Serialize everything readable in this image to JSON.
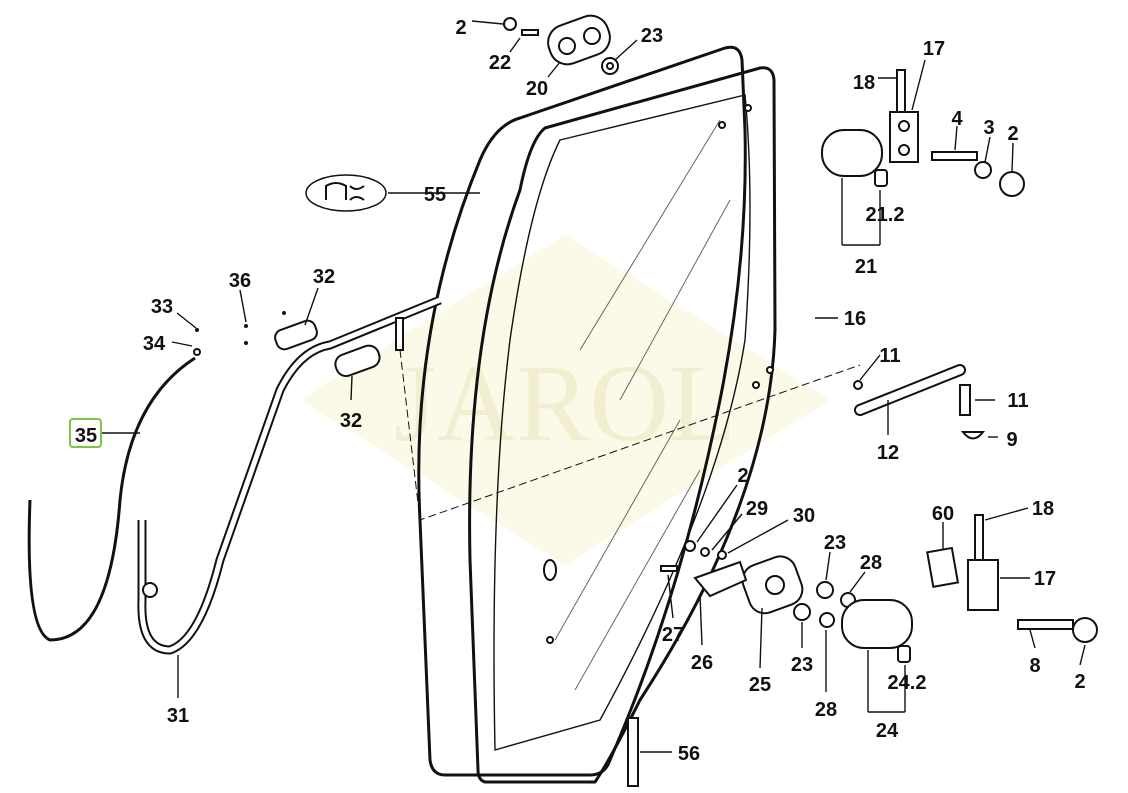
{
  "watermark": "JAROL",
  "highlight_color": "#7cc444",
  "callouts": {
    "c2a": "2",
    "c22": "22",
    "c20": "20",
    "c23a": "23",
    "c17a": "17",
    "c18a": "18",
    "c4": "4",
    "c3": "3",
    "c2b": "2",
    "c55": "55",
    "c21_2": "21.2",
    "c21": "21",
    "c36": "36",
    "c32a": "32",
    "c33": "33",
    "c34": "34",
    "c32b": "32",
    "c16": "16",
    "c11a": "11",
    "c11b": "11",
    "c12": "12",
    "c9": "9",
    "c35": "35",
    "c2c": "2",
    "c29": "29",
    "c30": "30",
    "c60": "60",
    "c18b": "18",
    "c23b": "23",
    "c28a": "28",
    "c17b": "17",
    "c27": "27",
    "c26": "26",
    "c25": "25",
    "c23c": "23",
    "c28b": "28",
    "c8": "8",
    "c2d": "2",
    "c24_2": "24.2",
    "c24": "24",
    "c31": "31",
    "c56": "56"
  }
}
